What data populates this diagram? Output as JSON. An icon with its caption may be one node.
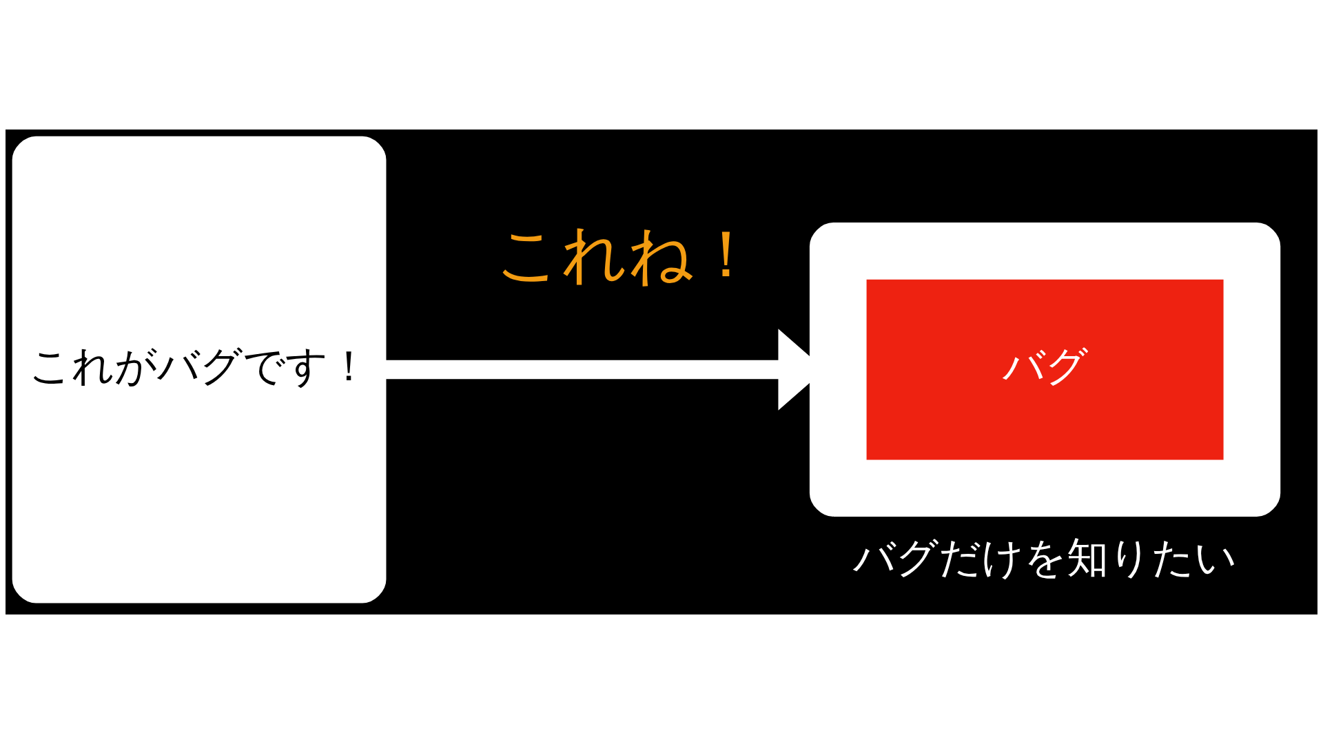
{
  "diagram": {
    "nodes": [
      {
        "text": [
          "これがバグです！"
        ]
      },
      {
        "text": [],
        "shape": "box",
        "beside": [
          "バグだけを知りたい"
        ]
      },
      {
        "text": [
          "バグ"
        ],
        "in": 1
      }
    ],
    "edges": [
      {
        "from": 0,
        "to": 1,
        "arrow": "to",
        "label": "これね！"
      }
    ]
  }
}
